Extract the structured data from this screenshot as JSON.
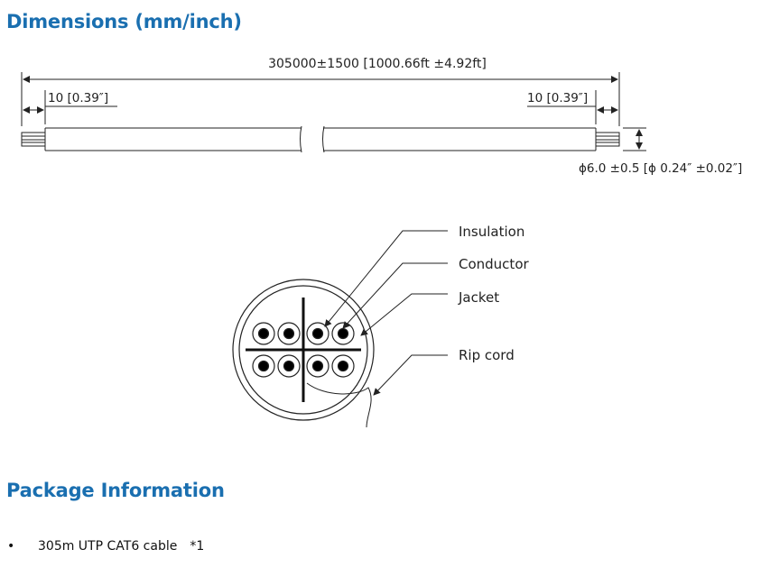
{
  "sections": {
    "dimensions_title": "Dimensions (mm/inch)",
    "package_title": "Package Information"
  },
  "cable_drawing": {
    "total_length": "305000±1500 [1000.66ft ±4.92ft]",
    "left_strip": "10 [0.39″]",
    "right_strip": "10 [0.39″]",
    "diameter": "ϕ6.0 ±0.5 [ϕ 0.24″ ±0.02″]"
  },
  "cross_section": {
    "labels": [
      "Insulation",
      "Conductor",
      "Jacket",
      "Rip cord"
    ]
  },
  "package": {
    "items": [
      {
        "bullet": "•",
        "name": "305m UTP CAT6 cable",
        "qty": "*1"
      }
    ]
  }
}
